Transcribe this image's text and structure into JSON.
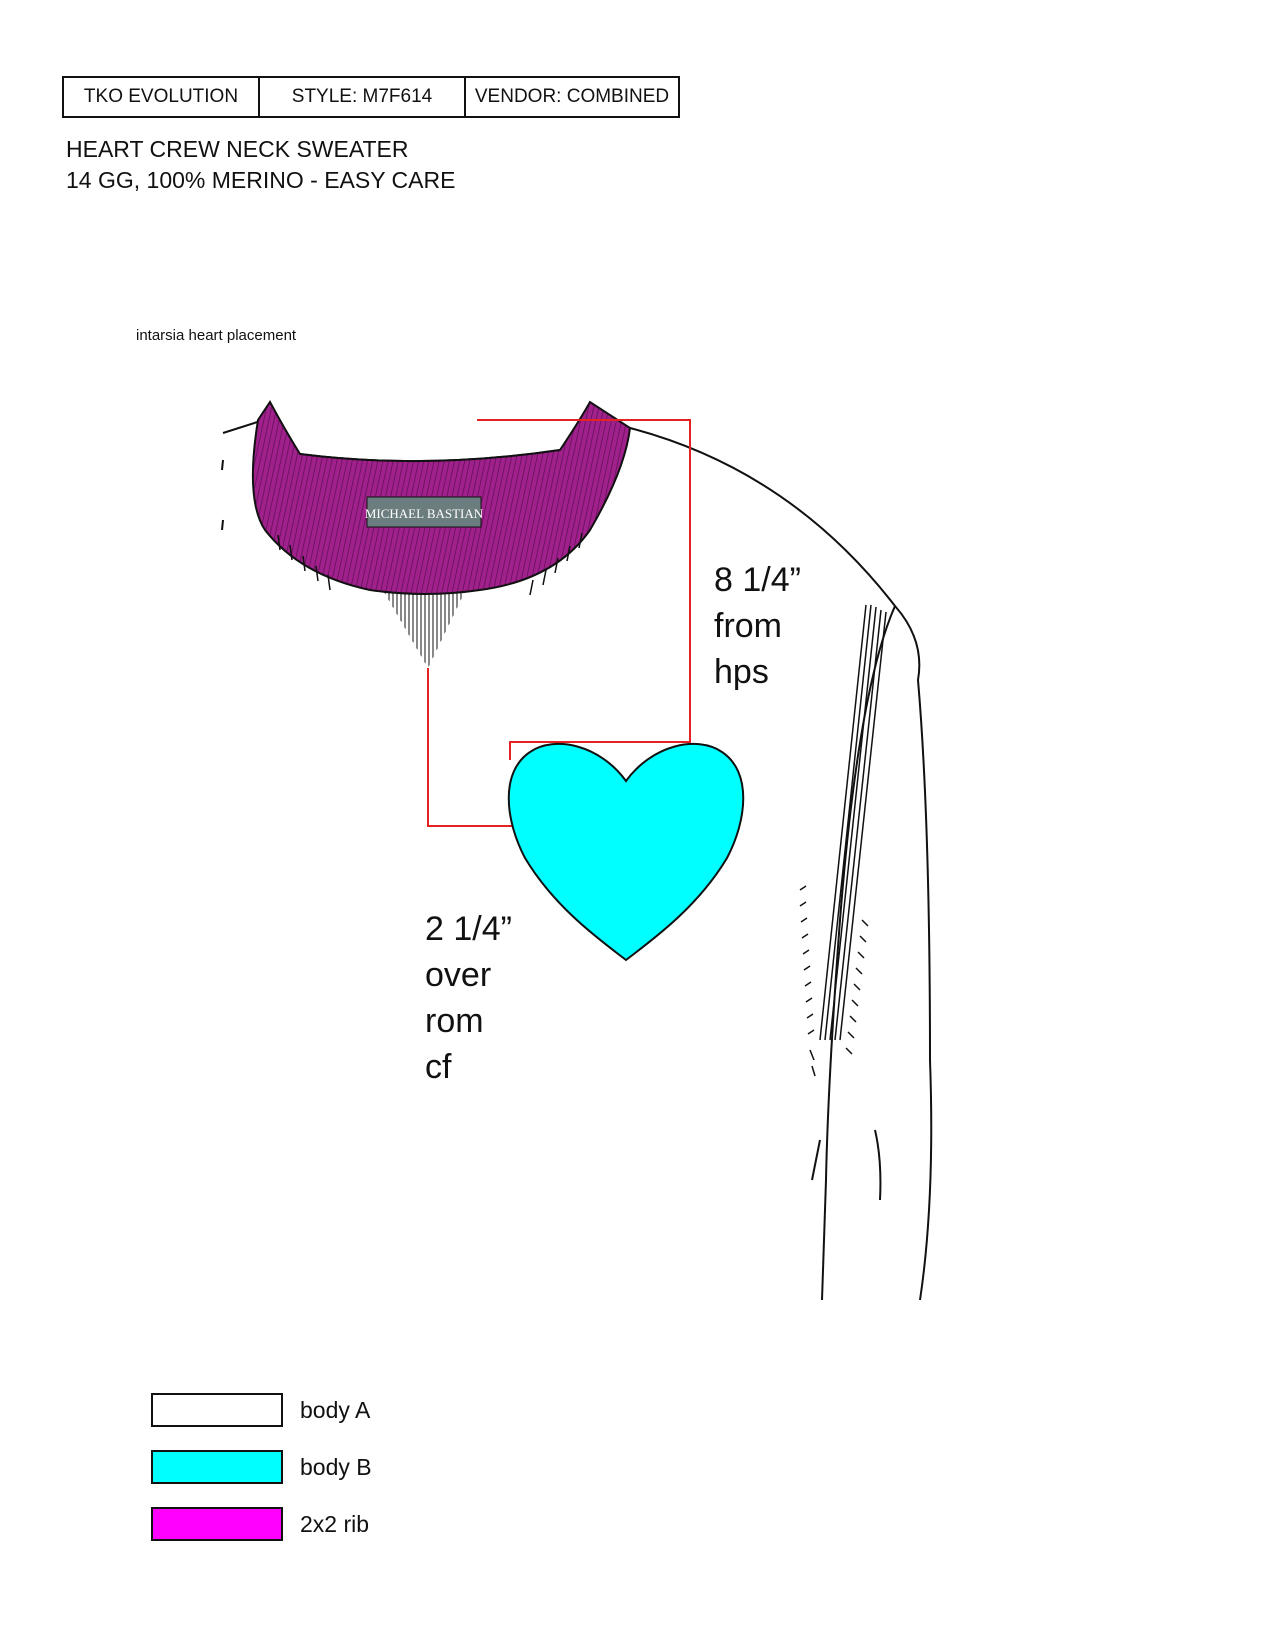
{
  "header": {
    "brand_line": "TKO EVOLUTION",
    "style": "STYLE: M7F614",
    "vendor": "VENDOR: COMBINED"
  },
  "title": {
    "line1": "HEART CREW NECK SWEATER",
    "line2": "14 GG, 100% MERINO - EASY CARE"
  },
  "caption": "intarsia heart placement",
  "neck_label": "MICHAEL BASTIAN",
  "dimensions": {
    "hps": [
      "8 1/4”",
      "from",
      "hps"
    ],
    "cf": [
      "2 1/4”",
      "over",
      "rom",
      "cf"
    ]
  },
  "legend": [
    {
      "label": "body A",
      "color": "#ffffff"
    },
    {
      "label": "body B",
      "color": "#00ffff"
    },
    {
      "label": "2x2 rib",
      "color": "#ff00ff"
    }
  ],
  "colors": {
    "rib": "#a0208c",
    "heart": "#00ffff",
    "dimension_line": "#e32222",
    "label_bg": "#6b7d7e"
  }
}
